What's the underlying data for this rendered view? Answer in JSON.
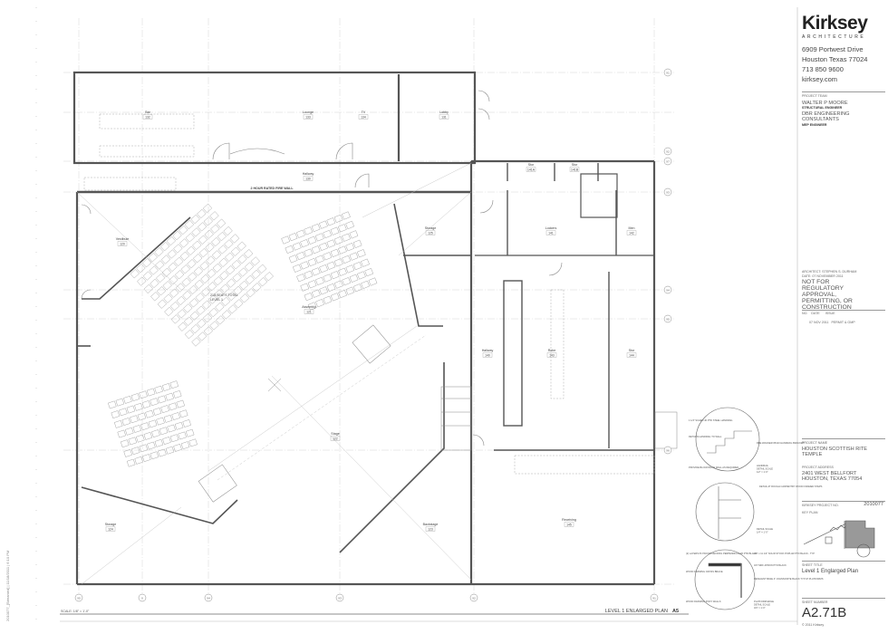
{
  "firm": {
    "logo": "Kirksey",
    "logo_sub": "ARCHITECTURE",
    "address_line1": "6909 Portwest Drive",
    "address_line2": "Houston Texas 77024",
    "phone": "713 850 9600",
    "website": "kirksey.com"
  },
  "project_team": {
    "label": "PROJECT TEAM",
    "members": [
      {
        "name": "WALTER P MOORE",
        "role": "STRUCTURAL ENGINEER"
      },
      {
        "name": "DBR ENGINEERING CONSULTANTS",
        "role": "MEP ENGINEER"
      }
    ]
  },
  "stamp": {
    "architect_label": "ARCHITECT:",
    "architect": "STEPHEN S. DURHAM",
    "date_label": "DATE:",
    "date": "07 NOVEMBER 2011",
    "notice": "NOT FOR REGULATORY APPROVAL, PERMITTING, OR CONSTRUCTION"
  },
  "issues": {
    "headers": [
      "NO.",
      "DATE",
      "ISSUE"
    ],
    "rows": [
      {
        "no": "",
        "date": "07 NOV 2011",
        "issue": "PERMIT & GMP"
      }
    ]
  },
  "project": {
    "name_label": "PROJECT NAME",
    "name": "HOUSTON SCOTTISH RITE TEMPLE",
    "address_label": "PROJECT ADDRESS",
    "address": "2401 WEST BELLFORT HOUSTON, TEXAS 77054",
    "number_label": "KIRKSEY PROJECT NO.",
    "number": "2010077",
    "key_plan_label": "KEY PLAN"
  },
  "sheet": {
    "title_label": "SHEET TITLE",
    "title": "Level 1 Englarged Plan",
    "number_label": "SHEET NUMBER",
    "number": "A2.71B",
    "copyright": "© 2011 Kirksey"
  },
  "drawing": {
    "title": "LEVEL 1 ENLARGED PLAN",
    "ref": "A5",
    "scale": "SCALE: 1/8\" = 1'-0\"",
    "plot_stamp": "2010077_[Streamed] | 11/18/2011 | 6:10 PM",
    "fire_wall_note": "2 HOUR RATED FIRE WALL",
    "seats_note": [
      "215 SEATS TOTAL",
      "LEVEL 1"
    ],
    "rooms": [
      {
        "name": "Bar",
        "number": "132"
      },
      {
        "name": "Lounge",
        "number": "133"
      },
      {
        "name": "TV",
        "number": "134"
      },
      {
        "name": "Lobby",
        "number": "131"
      },
      {
        "name": "Hallway",
        "number": "130"
      },
      {
        "name": "Vestibule",
        "number": "120"
      },
      {
        "name": "Storage",
        "number": "125"
      },
      {
        "name": "Assembly",
        "number": "121"
      },
      {
        "name": "Stor",
        "number": "141A"
      },
      {
        "name": "Stor",
        "number": "141B"
      },
      {
        "name": "Lockers",
        "number": "141"
      },
      {
        "name": "Men",
        "number": "142"
      },
      {
        "name": "Hallway",
        "number": "140"
      },
      {
        "name": "Robe",
        "number": "143"
      },
      {
        "name": "Stor",
        "number": "144"
      },
      {
        "name": "Stage",
        "number": "122"
      },
      {
        "name": "Storage",
        "number": "124"
      },
      {
        "name": "Backstage",
        "number": "123"
      },
      {
        "name": "Receiving",
        "number": "145"
      }
    ],
    "grid_bubbles_bottom": [
      "X5",
      "X",
      "X4",
      "X3",
      "X2",
      "X1"
    ],
    "grid_bubbles_right": [
      "X1",
      "X2",
      "X7",
      "X3",
      "X4",
      "X5",
      "X6"
    ],
    "details": [
      {
        "notes": [
          "1 1/4\" SCHED 40 PTD STEEL HANDRAIL",
          "RETURN HANDRAIL TO WALL",
          "PROVIDE BLOCKING IN WALL AS REQUIRED",
          "RBE WAGNER #5410 HANDRAIL BRACKET"
        ],
        "caption": [
          "HANDRAIL",
          "DETAIL SCALE",
          "1/2\" = 1'-0\""
        ]
      },
      {
        "notes": [
          "DETAIL AT ROUGH CARPENTRY WOOD FRAMED STEPS"
        ],
        "caption": [
          "DETAIL SCALE",
          "1/4\" = 1'-0\""
        ]
      },
      {
        "notes": [
          "(2) LAYERS PLYWOOD DECKING PERPENDICULAR PTD BLACK",
          "WOOD FRAMING CROSS BRACE",
          "WOOD FRAMING PONY WALLS",
          "3/4\" x 11 1/2\" SOLID STOCK POPLAR PTD BLACK - TYP",
          "3/4\" MDF APRON PTD BLACK",
          "RESILIENT BASE 4\" JOHNSONITE BLACK TYP AT PLATFORMS"
        ],
        "caption": [
          "PLATFORM EDGE",
          "DETAIL SCALE",
          "3/4\" = 1'-0\""
        ]
      }
    ]
  }
}
